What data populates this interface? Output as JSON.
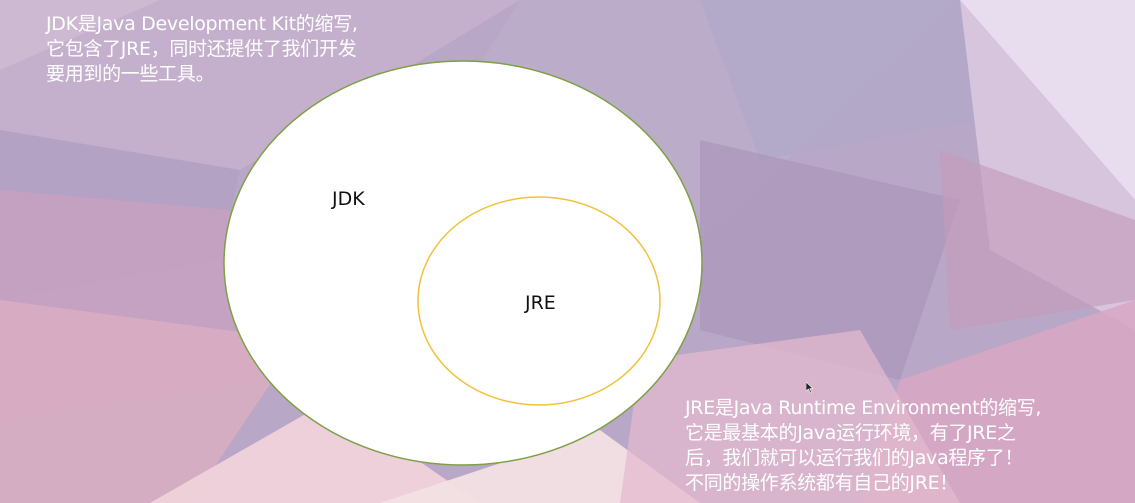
{
  "slide": {
    "colors": {
      "jdk_outline": "#7da048",
      "jre_outline": "#f0c23a",
      "fill": "#ffffff",
      "note_text": "#ffffff",
      "label_text": "#111111",
      "background_base": "#b8a7c6"
    },
    "note_top": {
      "lines": [
        "JDK是Java Development Kit的缩写,",
        "它包含了JRE，同时还提供了我们开发",
        "要用到的一些工具。"
      ]
    },
    "note_bottom": {
      "lines": [
        "JRE是Java Runtime Environment的缩写,",
        "它是最基本的Java运行环境，有了JRE之",
        "后，我们就可以运行我们的Java程序了！",
        "不同的操作系统都有自己的JRE！"
      ]
    },
    "diagram": {
      "outer_label": "JDK",
      "inner_label": "JRE"
    },
    "cursor_icon": "arrow-cursor-icon"
  }
}
